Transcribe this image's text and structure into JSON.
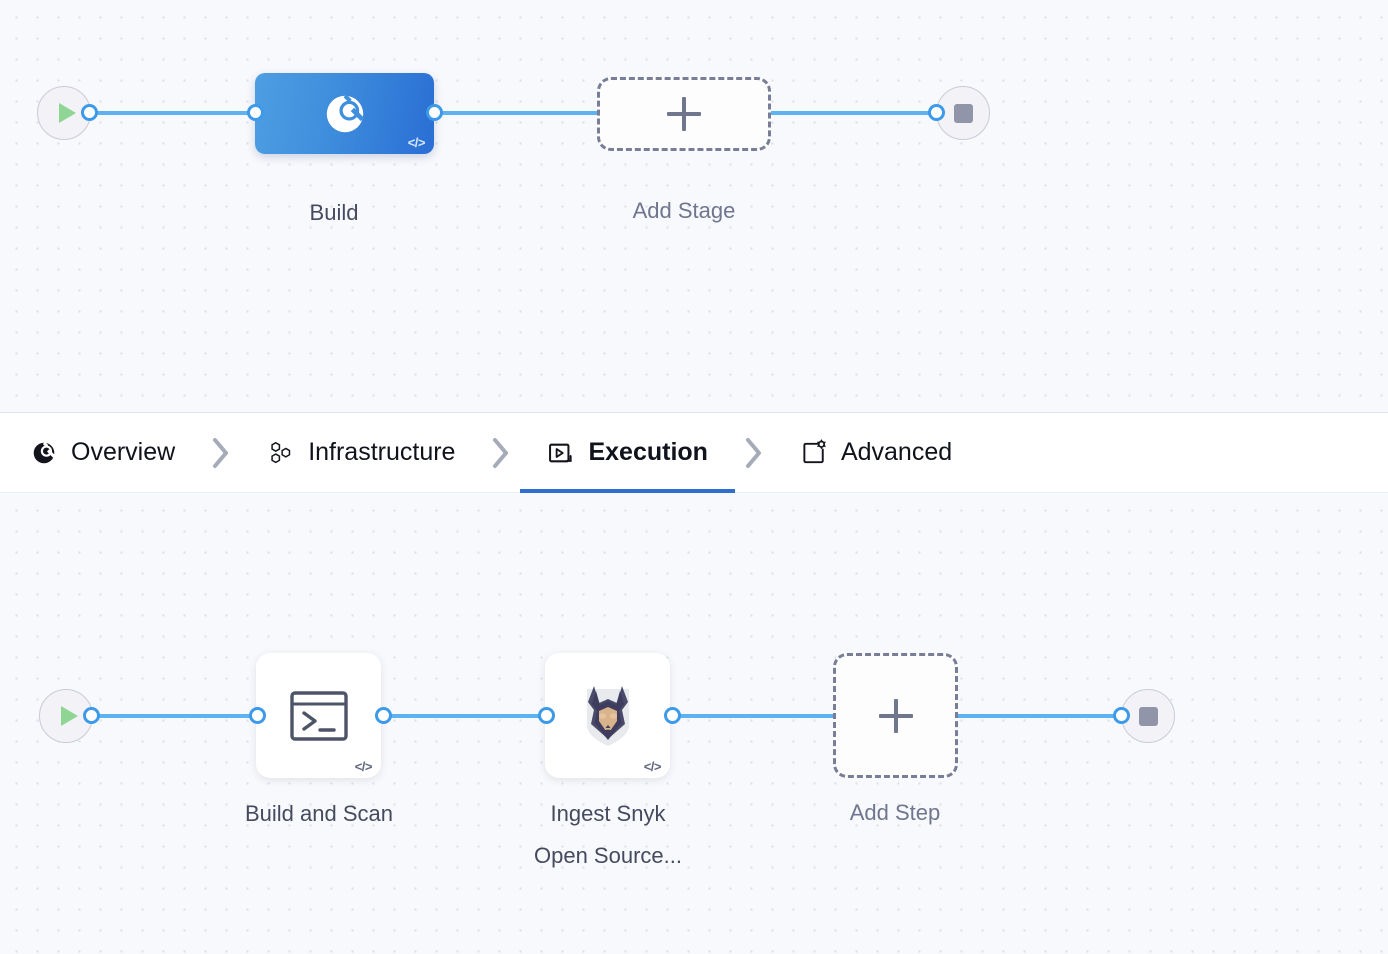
{
  "canvas": {
    "background": "#f8f9fc",
    "grid_dot_color": "#dcdfe8",
    "wire_color": "#5cb3f0",
    "port_color": "#3d9ae8"
  },
  "stage_graph": {
    "start_node": {
      "icon": "play-icon",
      "label": ""
    },
    "end_node": {
      "icon": "stop-icon",
      "label": ""
    },
    "nodes": [
      {
        "id": "build",
        "label": "Build",
        "icon": "security-scan-icon",
        "selected": true,
        "code_badge": "</>",
        "accent": "#2a6ed4"
      }
    ],
    "add_stage": {
      "label": "Add Stage",
      "icon": "plus-icon"
    }
  },
  "tabs": {
    "items": [
      {
        "id": "overview",
        "label": "Overview",
        "icon": "security-scan-icon",
        "active": false
      },
      {
        "id": "infrastructure",
        "label": "Infrastructure",
        "icon": "hexagon-cluster-icon",
        "active": false
      },
      {
        "id": "execution",
        "label": "Execution",
        "icon": "play-box-icon",
        "active": true
      },
      {
        "id": "advanced",
        "label": "Advanced",
        "icon": "box-gear-icon",
        "active": false
      }
    ],
    "separator_icon": "chevron-right-icon",
    "active_underline_color": "#2f6fd0"
  },
  "step_graph": {
    "start_node": {
      "icon": "play-icon",
      "label": ""
    },
    "end_node": {
      "icon": "stop-icon",
      "label": ""
    },
    "nodes": [
      {
        "id": "build-and-scan",
        "label": "Build and Scan",
        "icon": "terminal-icon",
        "code_badge": "</>"
      },
      {
        "id": "ingest-snyk-open-source",
        "label": "Ingest Snyk\nOpen Source...",
        "icon": "snyk-dog-icon",
        "code_badge": "</>"
      }
    ],
    "add_step": {
      "label": "Add Step",
      "icon": "plus-icon"
    }
  }
}
